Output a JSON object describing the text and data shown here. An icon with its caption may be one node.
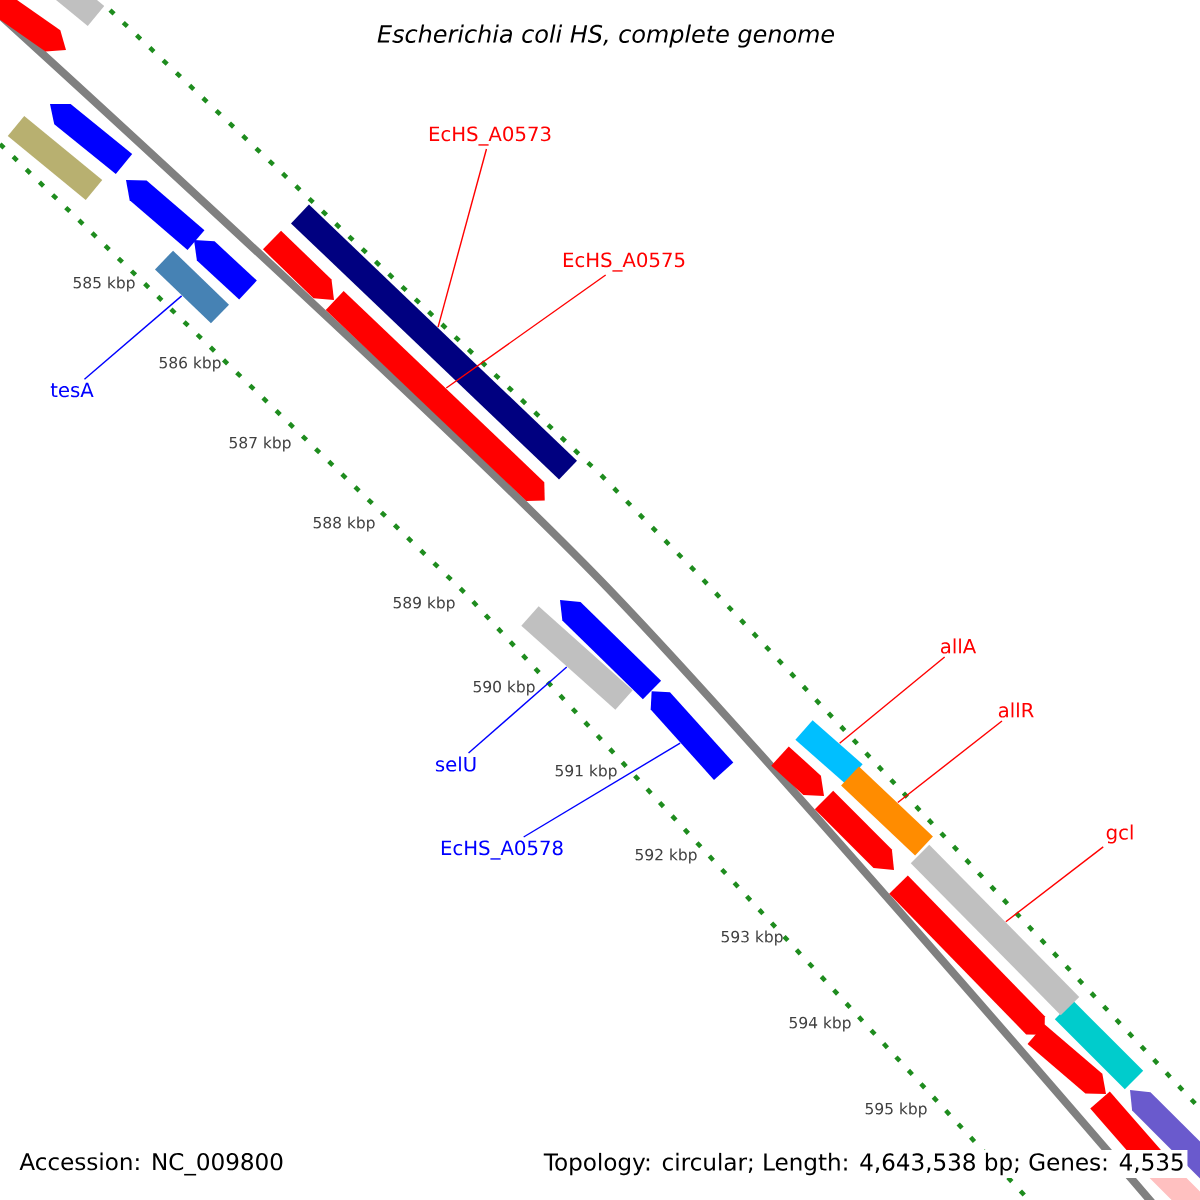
{
  "diagram": {
    "title": "Escherichia coli HS, complete genome",
    "nodes": [
      {
        "text": [
          "EcHS_A0573"
        ]
      },
      {
        "text": [
          "EcHS_A0575"
        ]
      },
      {
        "text": [
          "tesA"
        ]
      },
      {
        "text": [
          "selU"
        ]
      },
      {
        "text": [
          "EcHS_A0578"
        ]
      },
      {
        "text": [
          "allA"
        ]
      },
      {
        "text": [
          "allR"
        ]
      },
      {
        "text": [
          "gcl"
        ]
      },
      {
        "text": [],
        "shape": "bar"
      },
      {
        "text": [],
        "shape": "arrow"
      },
      {
        "text": [],
        "shape": "bar"
      },
      {
        "text": [],
        "shape": "bar"
      },
      {
        "text": [],
        "shape": "arrow"
      },
      {
        "text": [],
        "shape": "bar"
      },
      {
        "text": [],
        "shape": "bar"
      },
      {
        "text": [],
        "shape": "bar"
      },
      {
        "text": [],
        "shape": "arrow"
      }
    ],
    "edges": [
      {
        "from": 0,
        "to": 8,
        "arrow": "none"
      },
      {
        "from": 1,
        "to": 9,
        "arrow": "none"
      },
      {
        "from": 2,
        "to": 10,
        "arrow": "none",
        "color": "#0000ff"
      },
      {
        "from": 3,
        "to": 11,
        "arrow": "none",
        "color": "#0000ff"
      },
      {
        "from": 4,
        "to": 12,
        "arrow": "none",
        "color": "#0000ff"
      },
      {
        "from": 5,
        "to": 13,
        "arrow": "none"
      },
      {
        "from": 6,
        "to": 14,
        "arrow": "none"
      },
      {
        "from": 7,
        "to": 15,
        "arrow": "none"
      }
    ],
    "labels": [
      "585 kbp",
      "586 kbp",
      "587 kbp",
      "588 kbp",
      "589 kbp",
      "590 kbp",
      "591 kbp",
      "592 kbp",
      "593 kbp",
      "594 kbp",
      "595 kbp",
      "Accession: NC_009800",
      "Topology: circular; Length: 4,643,538 bp; Genes: 4,535"
    ]
  }
}
